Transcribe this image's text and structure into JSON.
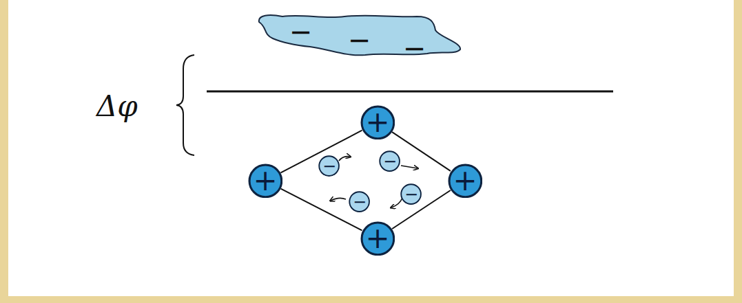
{
  "diagram": {
    "nodes": [
      {
        "text": [
          "−",
          "−",
          "−"
        ]
      },
      {
        "text": [
          "+"
        ]
      },
      {
        "text": [
          "+"
        ]
      },
      {
        "text": [
          "+"
        ]
      },
      {
        "text": [
          "+"
        ]
      },
      {
        "text": [
          "−"
        ]
      },
      {
        "text": [
          "−"
        ]
      },
      {
        "text": [
          "−"
        ]
      },
      {
        "text": [
          "−"
        ]
      }
    ],
    "edges": [
      {
        "from": 1,
        "to": 2,
        "arrow": "none"
      },
      {
        "from": 1,
        "to": 3,
        "arrow": "none"
      },
      {
        "from": 2,
        "to": 4,
        "arrow": "none"
      },
      {
        "from": 3,
        "to": 4,
        "arrow": "none"
      }
    ],
    "labels": [
      "Δφ"
    ]
  }
}
